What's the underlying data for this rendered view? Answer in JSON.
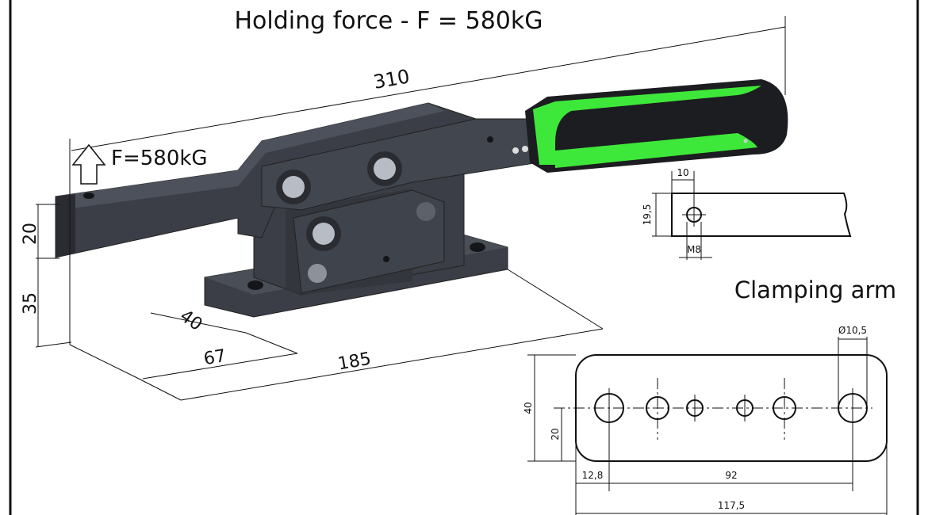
{
  "title": "Holding force - F = 580kG",
  "force_label": "F=580kG",
  "dimensions_3d": {
    "overall_length": "310",
    "arm_height": "20",
    "base_height": "35",
    "base_width_inner": "40",
    "base_width": "67",
    "base_length": "185"
  },
  "clamping_arm_detail": {
    "hole_offset": "10",
    "height": "19,5",
    "thread": "M8"
  },
  "base_plate": {
    "label": "Clamping arm",
    "hole_diameter": "Ø10,5",
    "height": "40",
    "center_height": "20",
    "edge_offset": "12,8",
    "hole_spacing": "92",
    "length": "117,5"
  },
  "colors": {
    "body": "#3b3e46",
    "grip": "#3ee83a",
    "handle": "#1c1d20"
  }
}
